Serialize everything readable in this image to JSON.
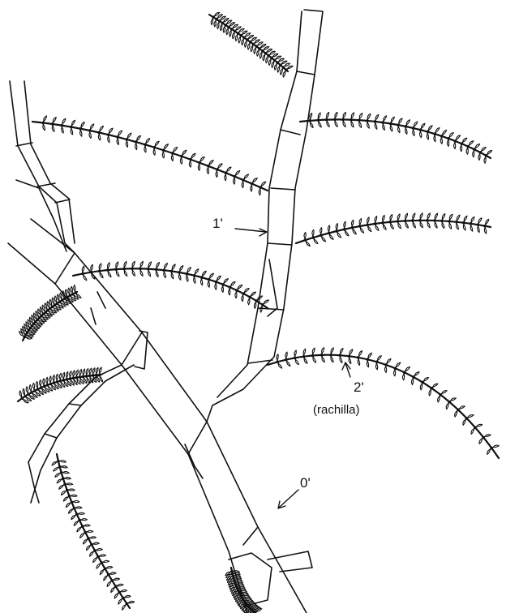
{
  "labels": {
    "primary": "1'",
    "secondary": "2'",
    "secondary_note": "(rachilla)",
    "main_axis": "0'"
  },
  "colors": {
    "ink": "#111111",
    "paper": "#ffffff"
  }
}
